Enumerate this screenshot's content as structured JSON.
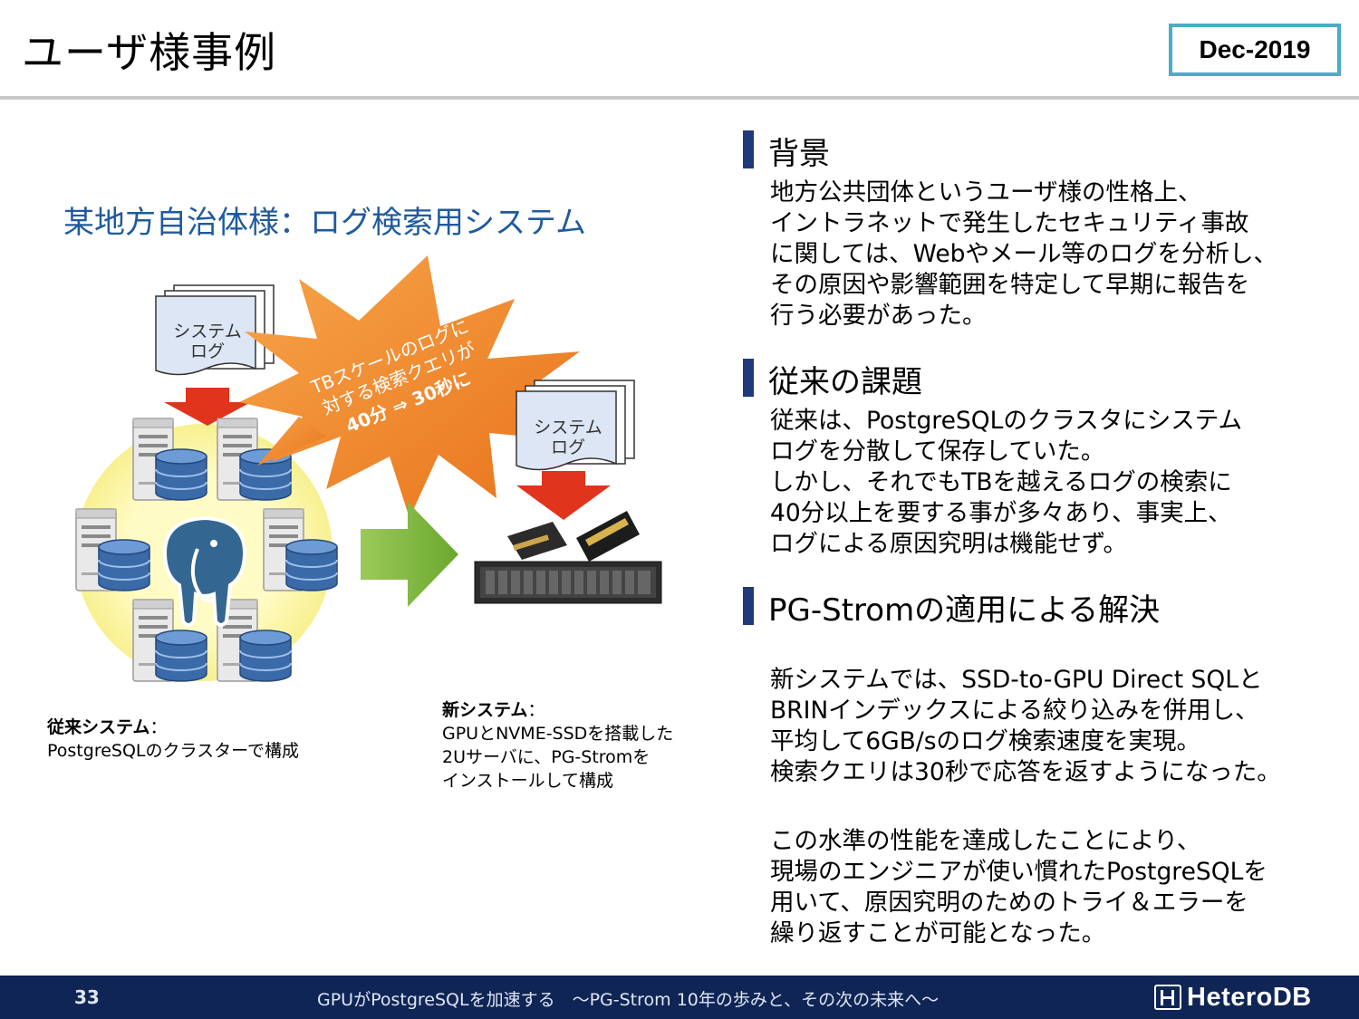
{
  "header": {
    "title": "ユーザ様事例",
    "date": "Dec-2019"
  },
  "case_title": "某地方自治体様：ログ検索用システム",
  "diagram": {
    "log_doc_line1": "システム",
    "log_doc_line2": "ログ",
    "burst_line1": "TBスケールのログに",
    "burst_line2": "対する検索クエリが",
    "burst_line3": "40分 ⇒ 30秒に",
    "colors": {
      "burst": "#f08a24",
      "arrow_red": "#e0341c",
      "arrow_green": "#7cb23a",
      "circle": "#fdf8a8",
      "db": "#3a6aa8"
    },
    "icons": [
      "server-icon",
      "database-icon",
      "postgresql-elephant-icon",
      "gpu-card-icon",
      "rack-server-icon"
    ]
  },
  "captions": {
    "old_bold": "従来システム",
    "old_colon": "：",
    "old_text": "PostgreSQLのクラスターで構成",
    "new_bold": "新システム",
    "new_colon": "：",
    "new_text": "GPUとNVME-SSDを搭載した\n2Uサーバに、PG-Stromを\nインストールして構成"
  },
  "sections": [
    {
      "title": "背景",
      "paras": [
        "地方公共団体というユーザ様の性格上、\nイントラネットで発生したセキュリティ事故\nに関しては、Webやメール等のログを分析し、\nその原因や影響範囲を特定して早期に報告を\n行う必要があった。"
      ]
    },
    {
      "title": "従来の課題",
      "paras": [
        "従来は、PostgreSQLのクラスタにシステム\nログを分散して保存していた。\nしかし、それでもTBを越えるログの検索に\n40分以上を要する事が多々あり、事実上、\nログによる原因究明は機能せず。"
      ]
    },
    {
      "title": "PG-Stromの適用による解決",
      "paras": [
        "新システムでは、SSD-to-GPU Direct SQLと\nBRINインデックスによる絞り込みを併用し、\n平均して6GB/sのログ検索速度を実現。\n検索クエリは30秒で応答を返すようになった。",
        "この水準の性能を達成したことにより、\n現場のエンジニアが使い慣れたPostgreSQLを\n用いて、原因究明のためのトライ＆エラーを\n繰り返すことが可能となった。"
      ]
    }
  ],
  "footer": {
    "page": "33",
    "text": "GPUがPostgreSQLを加速する　～PG-Strom 10年の歩みと、その次の未来へ～",
    "logo": "HeteroDB"
  }
}
